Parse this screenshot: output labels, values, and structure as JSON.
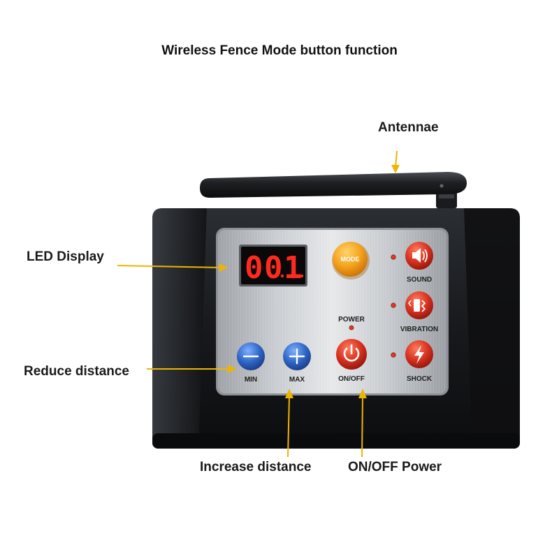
{
  "title": "Wireless Fence Mode button function",
  "callouts": {
    "antennae": "Antennae",
    "led_display": "LED Display",
    "reduce_distance": "Reduce distance",
    "increase_distance": "Increase distance",
    "onoff_power": "ON/OFF Power"
  },
  "display": {
    "digits": [
      "0",
      "0",
      "1"
    ]
  },
  "buttons": {
    "mode": "MODE",
    "sound": "SOUND",
    "vibration": "VIBRATION",
    "shock": "SHOCK",
    "power_indicator": "POWER",
    "onoff": "ON/OFF",
    "min": "MIN",
    "max": "MAX"
  },
  "colors": {
    "device_body": "#1b1d20",
    "panel": "#b9bcc0",
    "red_button": "#d8321f",
    "blue_button": "#2f66c8",
    "mode_button": "#f4a21c",
    "led_digits": "#ff2a1f",
    "arrow": "#f0b400"
  }
}
